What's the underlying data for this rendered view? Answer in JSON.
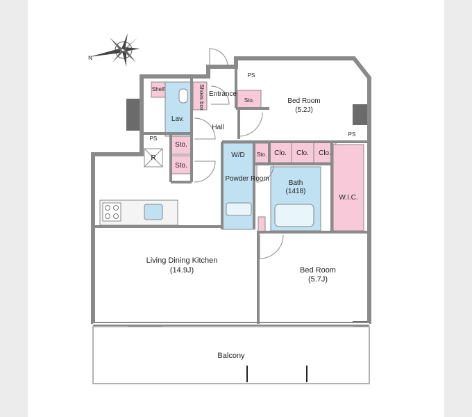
{
  "rooms": {
    "entrance": "Entrance",
    "hall": "Hall",
    "lav": "Lav.",
    "shelf": "Shelf",
    "shoes_box": "Shoes box",
    "ps_top": "PS",
    "ps_left": "PS",
    "ps_right": "PS",
    "sto_entrance": "Sto.",
    "sto_1": "Sto.",
    "sto_2": "Sto.",
    "sto_wd": "Sto.",
    "r": "R",
    "wd": "W/D",
    "powder_room": "Powder Room",
    "bath": "Bath",
    "bath_size": "(1418)",
    "bed1": "Bed Room",
    "bed1_size": "(5.2J)",
    "clo1": "Clo.",
    "clo2": "Clo.",
    "clo3": "Clo.",
    "wic": "W.I.C.",
    "ldk": "Living Dining Kitchen",
    "ldk_size": "(14.9J)",
    "bed2": "Bed Room",
    "bed2_size": "(5.7J)",
    "balcony": "Balcony",
    "compass_n": "N"
  },
  "colors": {
    "wet_area": "#bfe1f2",
    "storage": "#f7c9d9",
    "wall": "#8a8a8a",
    "column": "#6b6b6b"
  }
}
